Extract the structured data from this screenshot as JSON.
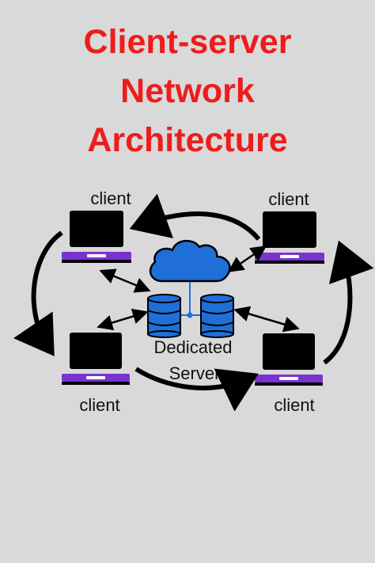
{
  "title": {
    "line1": "Client-server",
    "line2": "Network",
    "line3": "Architecture"
  },
  "labels": {
    "client_top_left": "client",
    "client_top_right": "client",
    "client_bottom_left": "client",
    "client_bottom_right": "client",
    "server_line1": "Dedicated",
    "server_line2": "Server"
  },
  "colors": {
    "background": "#d9d9d9",
    "title": "#ee1c1c",
    "cloud": "#1f6fd6",
    "database": "#1f6fd6",
    "laptop_screen": "#000000",
    "laptop_keyboard": "#7a32d1"
  },
  "icons": [
    "laptop-icon",
    "cloud-icon",
    "database-icon"
  ]
}
